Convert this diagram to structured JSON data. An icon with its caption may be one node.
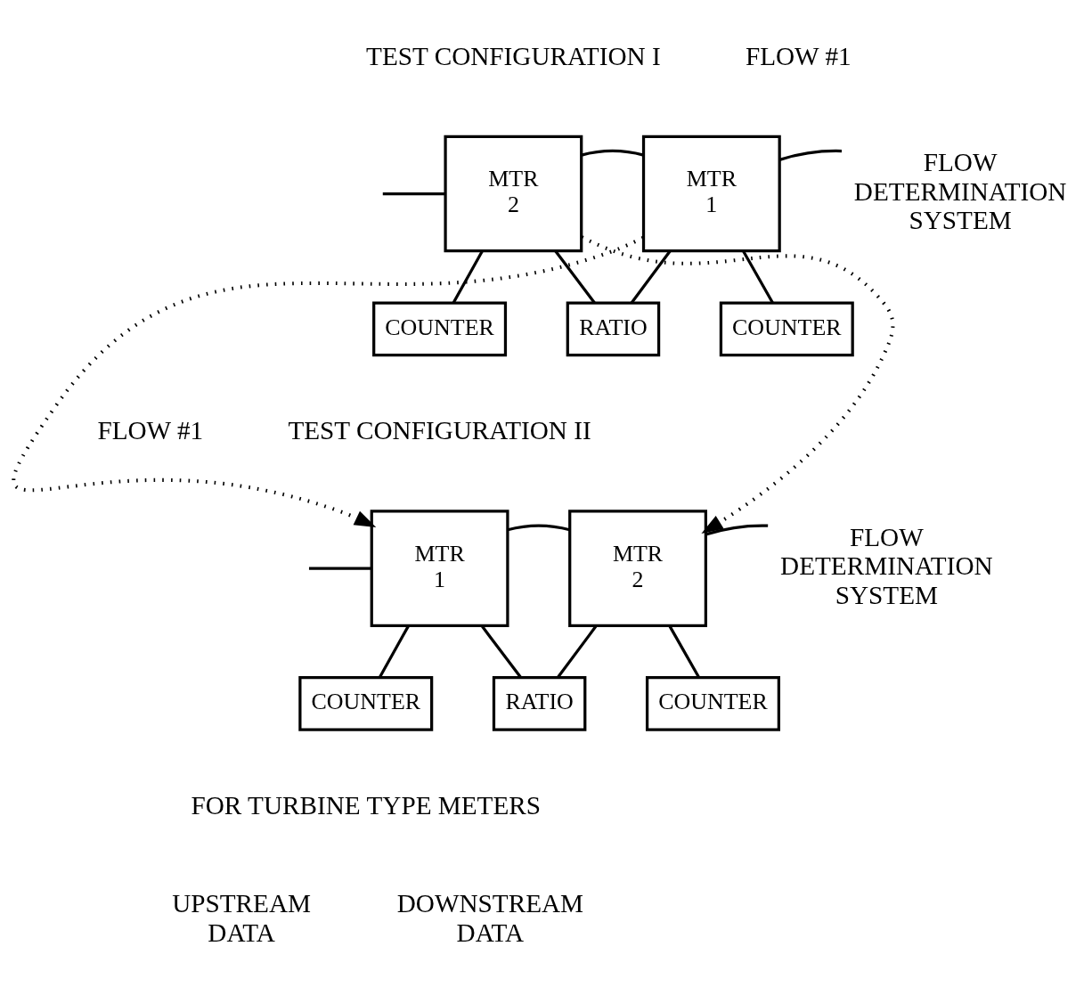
{
  "diagram": {
    "nodes": [
      {
        "text": [
          "MTR 2"
        ]
      },
      {
        "text": [
          "MTR 1"
        ]
      },
      {
        "text": [
          "FLOW DETERMINATION SYSTEM"
        ]
      },
      {
        "text": [
          "RATIO"
        ]
      },
      {
        "text": [
          "COUNTER"
        ]
      },
      {
        "text": [
          "COUNTER"
        ]
      },
      {
        "text": [
          "MTR 1"
        ]
      },
      {
        "text": [
          "MTR 2"
        ]
      },
      {
        "text": [
          "FLOW DETERMINATION SYSTEM"
        ]
      },
      {
        "text": [
          "RATIO"
        ]
      },
      {
        "text": [
          "COUNTER"
        ]
      },
      {
        "text": [
          "COUNTER"
        ]
      }
    ],
    "edges": [
      {
        "from": null,
        "to": 0,
        "arrow": "none"
      },
      {
        "from": 0,
        "to": 1,
        "arrow": "none"
      },
      {
        "from": 1,
        "to": 2,
        "arrow": "none"
      },
      {
        "from": 0,
        "to": 4,
        "arrow": "none"
      },
      {
        "from": 0,
        "to": 3,
        "arrow": "none"
      },
      {
        "from": 1,
        "to": 5,
        "arrow": "none"
      },
      {
        "from": 1,
        "to": 3,
        "arrow": "none"
      },
      {
        "from": 0,
        "to": 7,
        "arrow": "to",
        "style": "dashed"
      },
      {
        "from": 1,
        "to": 6,
        "arrow": "to",
        "style": "dashed"
      },
      {
        "from": null,
        "to": 6,
        "arrow": "none"
      },
      {
        "from": 6,
        "to": 7,
        "arrow": "none"
      },
      {
        "from": 7,
        "to": 8,
        "arrow": "none"
      },
      {
        "from": 6,
        "to": 10,
        "arrow": "none"
      },
      {
        "from": 6,
        "to": 9,
        "arrow": "none"
      },
      {
        "from": 7,
        "to": 11,
        "arrow": "none"
      },
      {
        "from": 7,
        "to": 9,
        "arrow": "none"
      }
    ],
    "labels": [
      "TEST CONFIGURATION I",
      "FLOW #1",
      "TEST CONFIGURATION II",
      "FLOW #1",
      "FOR TURBINE TYPE METERS",
      "UPSTREAM DATA",
      "DOWNSTREAM DATA"
    ]
  }
}
